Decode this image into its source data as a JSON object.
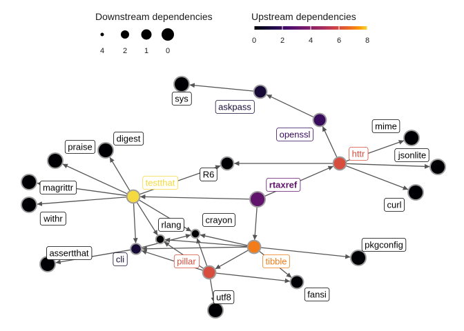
{
  "legend": {
    "size_title": "Downstream dependencies",
    "size_ticks": [
      "4",
      "2",
      "1",
      "0"
    ],
    "color_title": "Upstream dependencies",
    "color_ticks": [
      "0",
      "2",
      "4",
      "6",
      "8"
    ],
    "color_range": [
      0,
      8
    ]
  },
  "nodes": [
    {
      "id": "sys",
      "label": "sys",
      "upstream": 0,
      "downstream": 0
    },
    {
      "id": "askpass",
      "label": "askpass",
      "upstream": 1,
      "downstream": 1
    },
    {
      "id": "openssl",
      "label": "openssl",
      "upstream": 2,
      "downstream": 1
    },
    {
      "id": "mime",
      "label": "mime",
      "upstream": 0,
      "downstream": 0
    },
    {
      "id": "jsonlite",
      "label": "jsonlite",
      "upstream": 0,
      "downstream": 0
    },
    {
      "id": "httr",
      "label": "httr",
      "upstream": 6,
      "downstream": 1
    },
    {
      "id": "curl",
      "label": "curl",
      "upstream": 0,
      "downstream": 0
    },
    {
      "id": "praise",
      "label": "praise",
      "upstream": 0,
      "downstream": 0
    },
    {
      "id": "digest",
      "label": "digest",
      "upstream": 0,
      "downstream": 0
    },
    {
      "id": "R6",
      "label": "R6",
      "upstream": 0,
      "downstream": 1
    },
    {
      "id": "testthat",
      "label": "testthat",
      "upstream": 8,
      "downstream": 1
    },
    {
      "id": "rtaxref",
      "label": "rtaxref",
      "upstream": 3,
      "downstream": 0
    },
    {
      "id": "magrittr",
      "label": "magrittr",
      "upstream": 0,
      "downstream": 0
    },
    {
      "id": "withr",
      "label": "withr",
      "upstream": 0,
      "downstream": 0
    },
    {
      "id": "rlang",
      "label": "rlang",
      "upstream": 0,
      "downstream": 3
    },
    {
      "id": "crayon",
      "label": "crayon",
      "upstream": 0,
      "downstream": 3
    },
    {
      "id": "cli",
      "label": "cli",
      "upstream": 1,
      "downstream": 2
    },
    {
      "id": "assertthat",
      "label": "assertthat",
      "upstream": 0,
      "downstream": 0
    },
    {
      "id": "pillar",
      "label": "pillar",
      "upstream": 6,
      "downstream": 1
    },
    {
      "id": "tibble",
      "label": "tibble",
      "upstream": 7,
      "downstream": 1
    },
    {
      "id": "pkgconfig",
      "label": "pkgconfig",
      "upstream": 0,
      "downstream": 0
    },
    {
      "id": "fansi",
      "label": "fansi",
      "upstream": 0,
      "downstream": 1
    },
    {
      "id": "utf8",
      "label": "utf8",
      "upstream": 0,
      "downstream": 0
    }
  ],
  "edges": [
    [
      "askpass",
      "sys"
    ],
    [
      "openssl",
      "askpass"
    ],
    [
      "httr",
      "openssl"
    ],
    [
      "httr",
      "mime"
    ],
    [
      "httr",
      "jsonlite"
    ],
    [
      "httr",
      "curl"
    ],
    [
      "httr",
      "R6"
    ],
    [
      "rtaxref",
      "httr"
    ],
    [
      "rtaxref",
      "testthat"
    ],
    [
      "rtaxref",
      "tibble"
    ],
    [
      "testthat",
      "praise"
    ],
    [
      "testthat",
      "digest"
    ],
    [
      "testthat",
      "R6"
    ],
    [
      "testthat",
      "magrittr"
    ],
    [
      "testthat",
      "withr"
    ],
    [
      "testthat",
      "rlang"
    ],
    [
      "testthat",
      "crayon"
    ],
    [
      "testthat",
      "cli"
    ],
    [
      "cli",
      "assertthat"
    ],
    [
      "cli",
      "crayon"
    ],
    [
      "tibble",
      "rlang"
    ],
    [
      "tibble",
      "crayon"
    ],
    [
      "tibble",
      "cli"
    ],
    [
      "tibble",
      "pillar"
    ],
    [
      "tibble",
      "pkgconfig"
    ],
    [
      "tibble",
      "fansi"
    ],
    [
      "pillar",
      "rlang"
    ],
    [
      "pillar",
      "crayon"
    ],
    [
      "pillar",
      "cli"
    ],
    [
      "pillar",
      "fansi"
    ],
    [
      "pillar",
      "utf8"
    ]
  ]
}
